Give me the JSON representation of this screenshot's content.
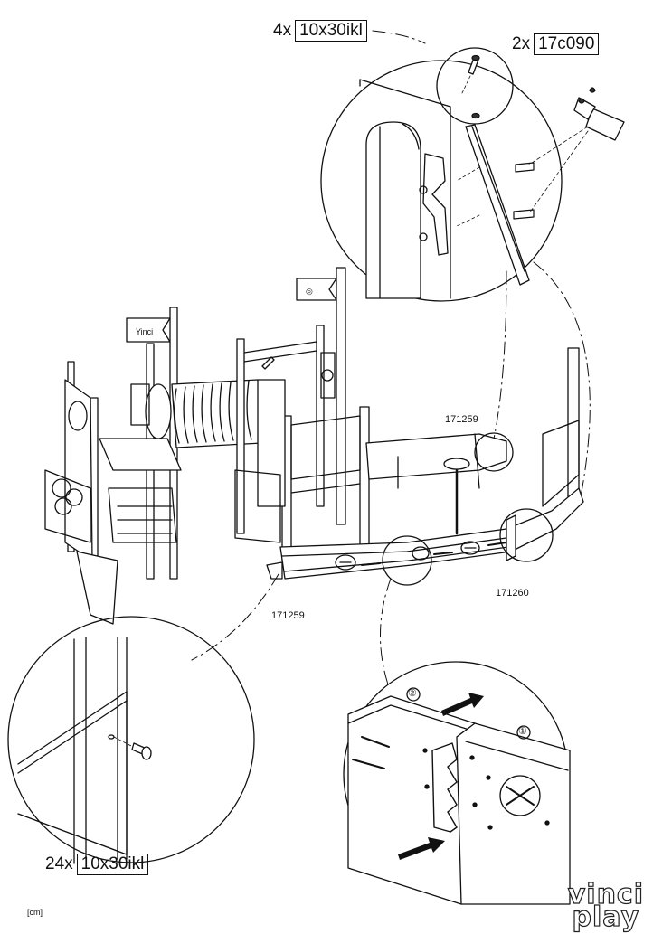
{
  "callouts": {
    "top_screws": {
      "qty": "4x",
      "code": "10x30ikl"
    },
    "top_pins": {
      "qty": "2x",
      "code": "17c090"
    },
    "bottom_screws": {
      "qty": "24x",
      "code": "10x30ikl"
    }
  },
  "part_numbers": {
    "upper_back_panel": "171259",
    "front_left_panel": "171259",
    "front_right_panel": "171260"
  },
  "steps": {
    "first": "①",
    "second": "②"
  },
  "unit": "[cm]",
  "brand": {
    "line1": "vinci",
    "line2": "play"
  },
  "icons": [
    "glue-bottle-icon",
    "push-arrow-icon",
    "screw-icon"
  ]
}
